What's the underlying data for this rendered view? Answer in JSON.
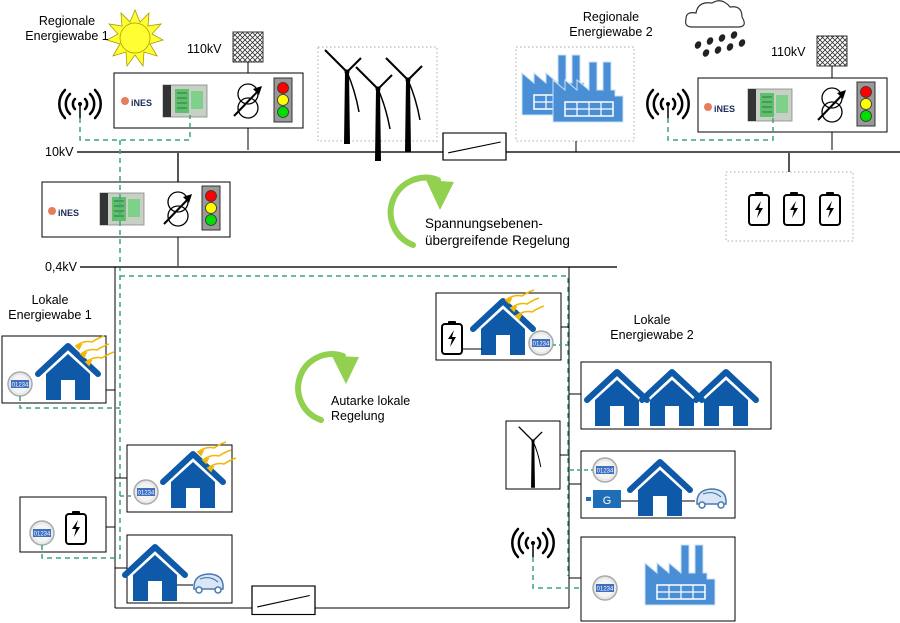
{
  "regions": {
    "regional_1": {
      "title_line1": "Regionale",
      "title_line2": "Energiewabe 1",
      "weather": "sun-icon"
    },
    "regional_2": {
      "title_line1": "Regionale",
      "title_line2": "Energiewabe 2",
      "weather": "rain-cloud-icon"
    },
    "local_1": {
      "title_line1": "Lokale",
      "title_line2": "Energiewabe 1"
    },
    "local_2": {
      "title_line1": "Lokale",
      "title_line2": "Energiewabe 2"
    }
  },
  "voltage_levels": {
    "high_1": "110kV",
    "high_2": "110kV",
    "medium": "10kV",
    "low": "0,4kV"
  },
  "controller": {
    "brand": "iNES",
    "units": [
      "regional-1-substation",
      "regional-2-substation",
      "local-substation"
    ]
  },
  "control_loops": {
    "cross_level": {
      "line1": "Spannungsebenen-",
      "line2": "übergreifende Regelung"
    },
    "local": {
      "line1": "Autarke lokale",
      "line2": "Regelung"
    }
  },
  "meter_display": "01234",
  "generator_label": "G",
  "colors": {
    "house_blue": "#0f5aa8",
    "factory_blue": "#4a8fd6",
    "control_arrow_green": "#92d050",
    "comm_line_green": "#3aa57a",
    "solar_ray_yellow": "#f2b705",
    "sun_yellow": "#ffff33",
    "bus_gray": "#555555"
  }
}
